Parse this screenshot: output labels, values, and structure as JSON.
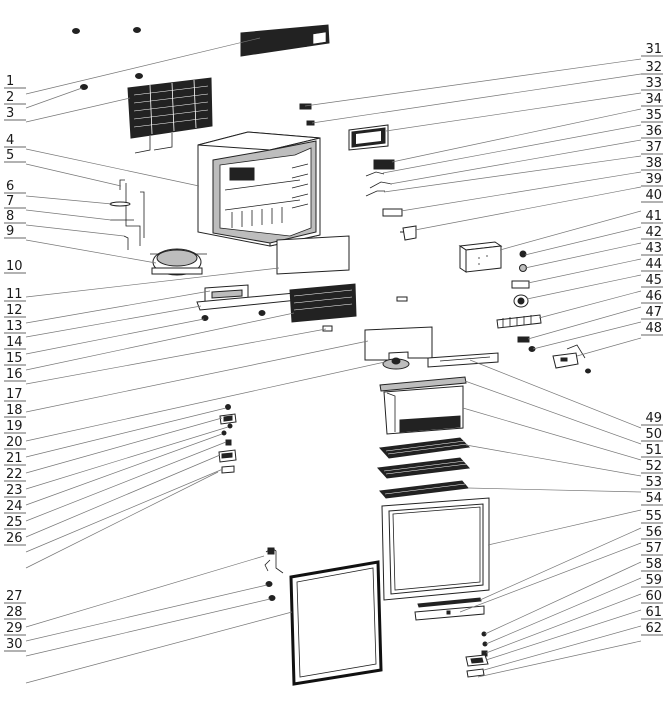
{
  "labels_left": [
    "1",
    "2",
    "3",
    "4",
    "5",
    "6",
    "7",
    "8",
    "9",
    "10",
    "11",
    "12",
    "13",
    "14",
    "15",
    "16",
    "17",
    "18",
    "19",
    "20",
    "21",
    "22",
    "23",
    "24",
    "25",
    "26",
    "27",
    "28",
    "29",
    "30"
  ],
  "labels_right": [
    "31",
    "32",
    "33",
    "34",
    "35",
    "36",
    "37",
    "38",
    "39",
    "40",
    "41",
    "42",
    "43",
    "44",
    "45",
    "46",
    "47",
    "48",
    "49",
    "50",
    "51",
    "52",
    "53",
    "54",
    "55",
    "56",
    "57",
    "58",
    "59",
    "60",
    "61",
    "62"
  ]
}
